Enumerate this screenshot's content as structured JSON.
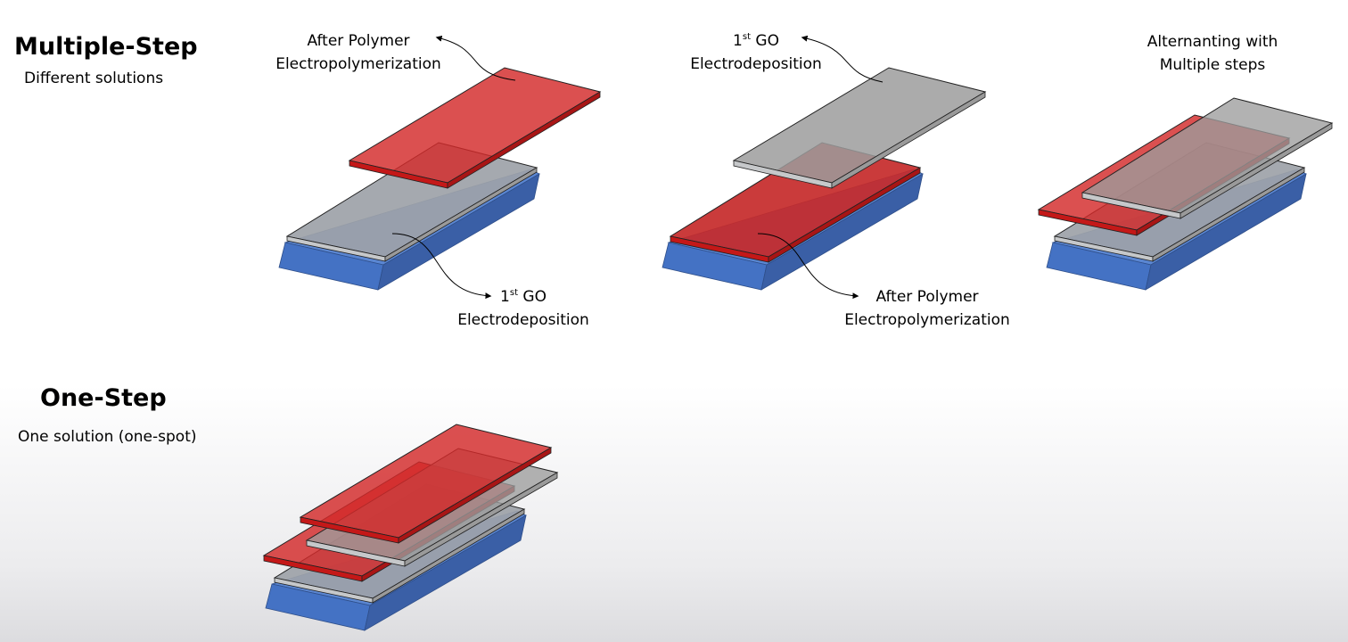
{
  "multiple_step": {
    "title": "Multiple-Step",
    "subtitle": "Different solutions"
  },
  "one_step": {
    "title": "One-Step",
    "subtitle": "One solution (one-spot)"
  },
  "step1": {
    "top_label_line1": "After Polymer",
    "top_label_line2": "Electropolymerization",
    "bottom_label_num": "1",
    "bottom_label_sup": "st",
    "bottom_label_go": "GO",
    "bottom_label_line2": "Electrodeposition"
  },
  "step2": {
    "top_label_num": "1",
    "top_label_sup": "st",
    "top_label_go": "GO",
    "top_label_line2": "Electrodeposition",
    "bottom_label_line1": "After Polymer",
    "bottom_label_line2": "Electropolymerization"
  },
  "step3": {
    "label_line1": "Alternanting with",
    "label_line2": "Multiple steps"
  },
  "colors": {
    "substrate": "#4472c4",
    "go_layer": "#a6a6a6",
    "polymer_layer": "#d32a2a",
    "arrow": "#000000"
  }
}
